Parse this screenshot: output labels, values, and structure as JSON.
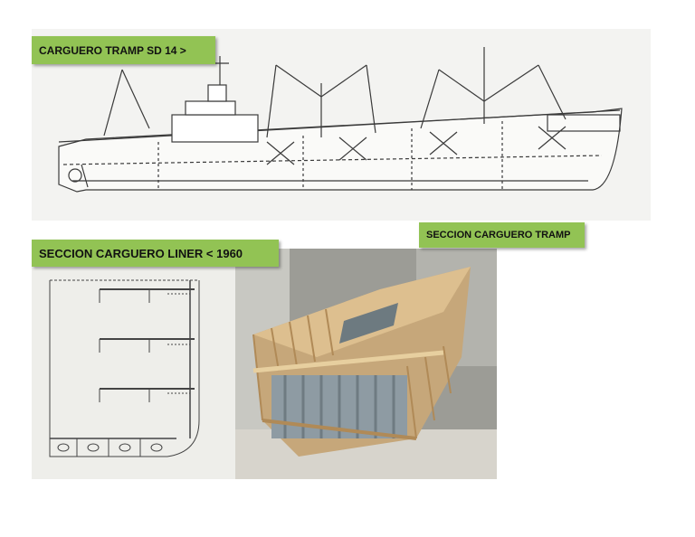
{
  "labels": {
    "tramp_profile": "CARGUERO TRAMP SD 14 >",
    "liner_section": "SECCION CARGUERO LINER < 1960",
    "tramp_section": "SECCION CARGUERO TRAMP"
  },
  "colors": {
    "label_bg": "#92c354",
    "drawing_line": "#3a3a3a",
    "model_wood": "#d9b88a",
    "model_grey": "#8e9ba3"
  }
}
